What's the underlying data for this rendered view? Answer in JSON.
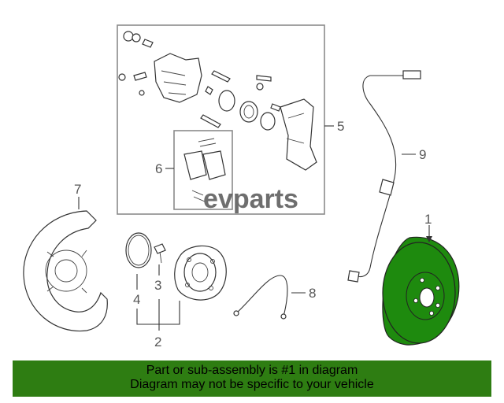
{
  "diagram": {
    "callouts": {
      "c1": "1",
      "c2": "2",
      "c3": "3",
      "c4": "4",
      "c5": "5",
      "c6": "6",
      "c7": "7",
      "c8": "8",
      "c9": "9"
    },
    "watermark": "evparts",
    "colors": {
      "highlight": "#1e8a0e",
      "banner": "#2e7d12",
      "line": "#333333"
    }
  },
  "banner": {
    "line1": "Part or sub-assembly is #1 in diagram",
    "line2": "Diagram may not be specific to your vehicle"
  }
}
